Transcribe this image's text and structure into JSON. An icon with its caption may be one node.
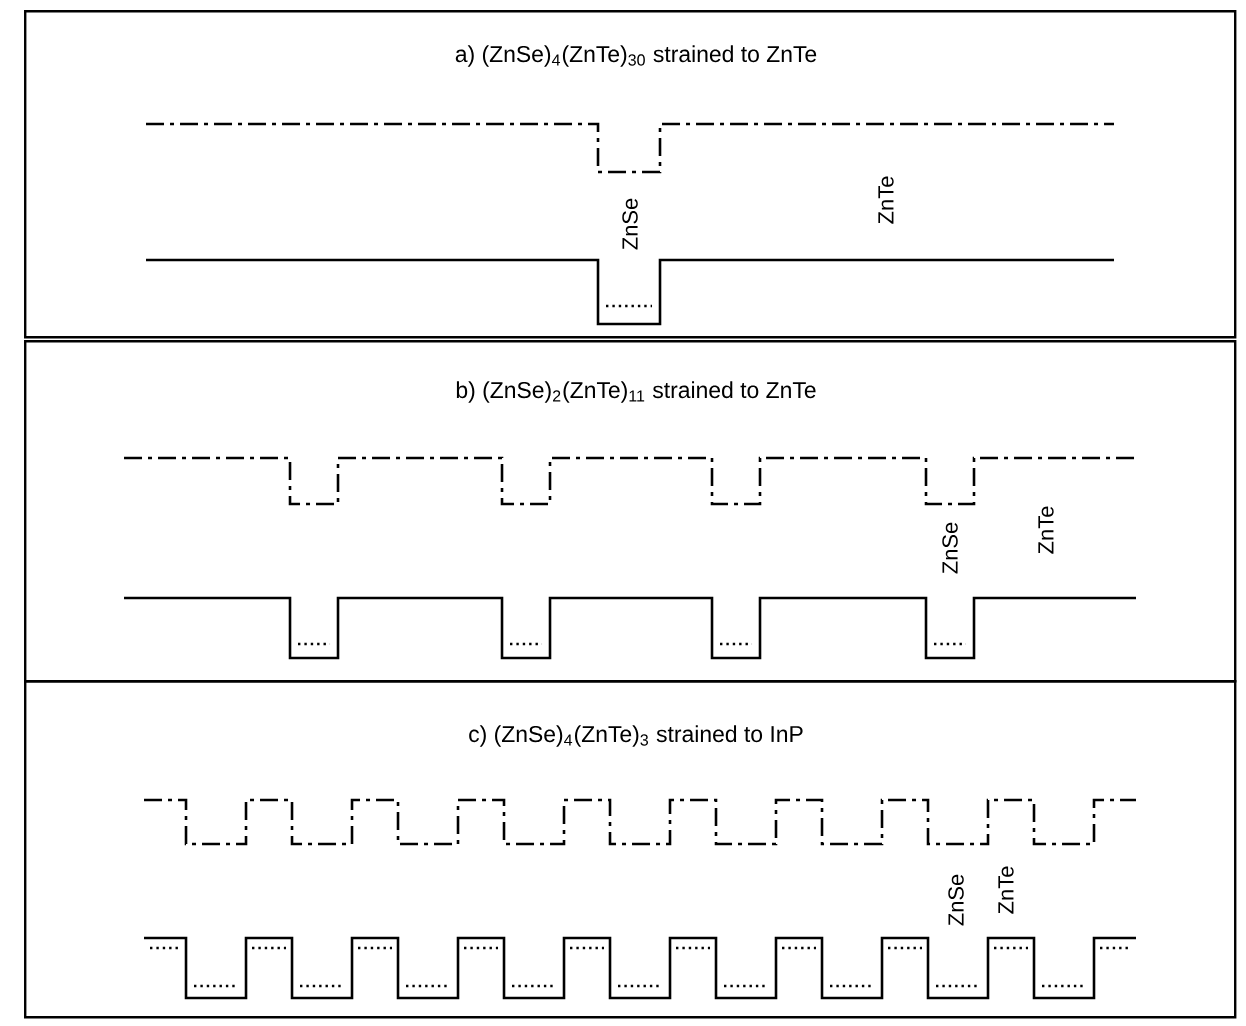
{
  "diagram": {
    "nodes": [
      {
        "text": [
          "a) (ZnSe)$_{4}$(ZnTe)$_{30}$  strained to ZnTe"
        ]
      },
      {
        "text": [
          "b) (ZnSe)$_{2}$(ZnTe)$_{11}$  strained to ZnTe"
        ]
      },
      {
        "text": [
          "c) (ZnSe)$_{4}$(ZnTe)$_{3}$  strained to InP"
        ]
      }
    ],
    "labels": [
      "ZnSe",
      "ZnTe",
      "ZnSe",
      "ZnTe",
      "ZnSe",
      "ZnTe"
    ]
  }
}
